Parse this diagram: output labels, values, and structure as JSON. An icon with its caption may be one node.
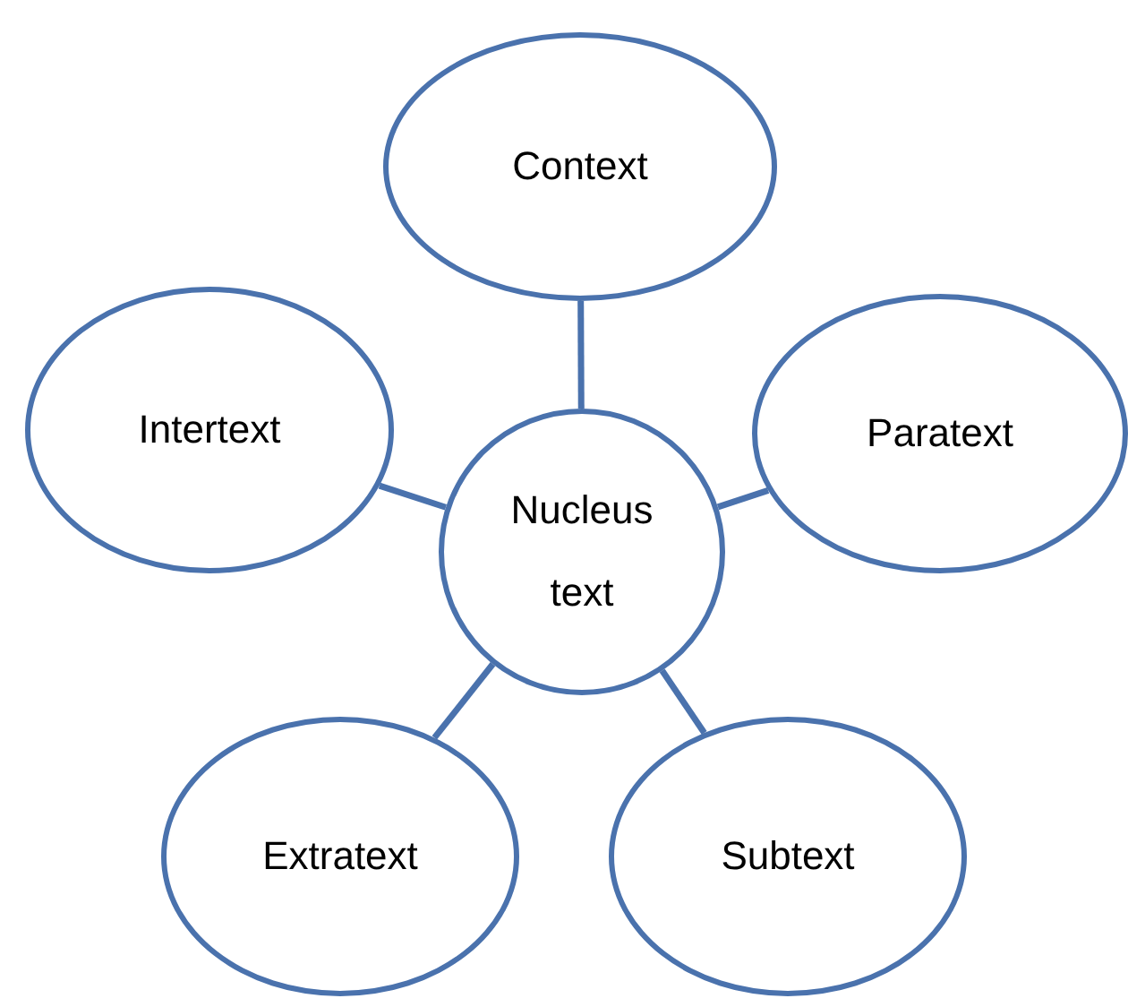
{
  "diagram": {
    "nodes": [
      {
        "text": [
          "Context"
        ]
      },
      {
        "text": [
          "Intertext"
        ]
      },
      {
        "text": [
          "Paratext"
        ]
      },
      {
        "text": [
          "Nucleus text"
        ]
      },
      {
        "text": [
          "Extratext"
        ]
      },
      {
        "text": [
          "Subtext"
        ]
      }
    ],
    "edges": [
      {
        "from": 3,
        "to": 0,
        "arrow": "none"
      },
      {
        "from": 3,
        "to": 1,
        "arrow": "none"
      },
      {
        "from": 3,
        "to": 2,
        "arrow": "none"
      },
      {
        "from": 3,
        "to": 4,
        "arrow": "none"
      },
      {
        "from": 3,
        "to": 5,
        "arrow": "none"
      }
    ]
  }
}
